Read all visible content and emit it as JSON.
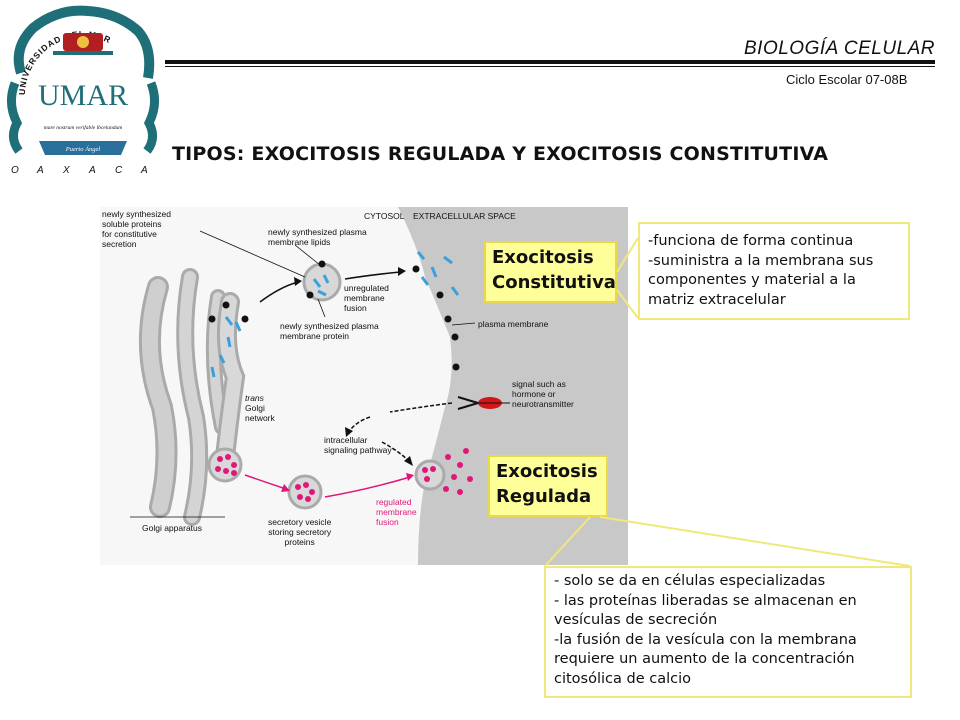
{
  "header": {
    "course": "BIOLOGÍA CELULAR",
    "cycle": "Ciclo Escolar 07-08B"
  },
  "logo": {
    "ring_text": "UNIVERSIDAD DEL MAR",
    "monogram": "UMAR",
    "motto": "mare nostrum verifable lbcelandum",
    "place": "Puerto Ángel",
    "state_letters": [
      "O",
      "A",
      "X",
      "A",
      "C",
      "A"
    ]
  },
  "title": "TIPOS: EXOCITOSIS REGULADA Y EXOCITOSIS CONSTITUTIVA",
  "diagram": {
    "cytosol": "CYTOSOL",
    "extracellular": "EXTRACELLULAR SPACE",
    "new_soluble": [
      "newly synthesized",
      "soluble proteins",
      "for constitutive",
      "secretion"
    ],
    "new_lipids": [
      "newly synthesized plasma",
      "membrane lipids"
    ],
    "unregulated": [
      "unregulated",
      "membrane",
      "fusion"
    ],
    "new_protein": [
      "newly synthesized plasma",
      "membrane protein"
    ],
    "plasma_membrane": "plasma membrane",
    "signal": [
      "signal such as",
      "hormone or",
      "neurotransmitter"
    ],
    "trans_golgi": [
      "trans",
      "Golgi",
      "network"
    ],
    "intracellular": [
      "intracellular",
      "signaling pathway"
    ],
    "golgi_apparatus": "Golgi apparatus",
    "secretory_vesicle": [
      "secretory vesicle",
      "storing secretory",
      "proteins"
    ],
    "regulated": [
      "regulated",
      "membrane",
      "fusion"
    ]
  },
  "callouts": {
    "constitutive": [
      "Exocitosis",
      "Constitutiva"
    ],
    "regulated": [
      "Exocitosis",
      "Regulada"
    ]
  },
  "notes": {
    "constitutive": [
      "-funciona de forma continua",
      "-suministra a la membrana sus",
      "componentes y material a la",
      "matriz extracelular"
    ],
    "regulated": [
      "- solo se da en células especializadas",
      "- las proteínas liberadas se almacenan en",
      "vesículas de secreción",
      "-la fusión de la vesícula con  la membrana",
      "requiere un aumento de la concentración",
      "citosólica de calcio"
    ]
  },
  "colors": {
    "membrane_gray": "#c8c8c8",
    "regulated_magenta": "#e0177a",
    "constitutive_blue": "#3aa0dc",
    "callout_yellow": "#ffff99",
    "logo_teal": "#1f6f78"
  }
}
